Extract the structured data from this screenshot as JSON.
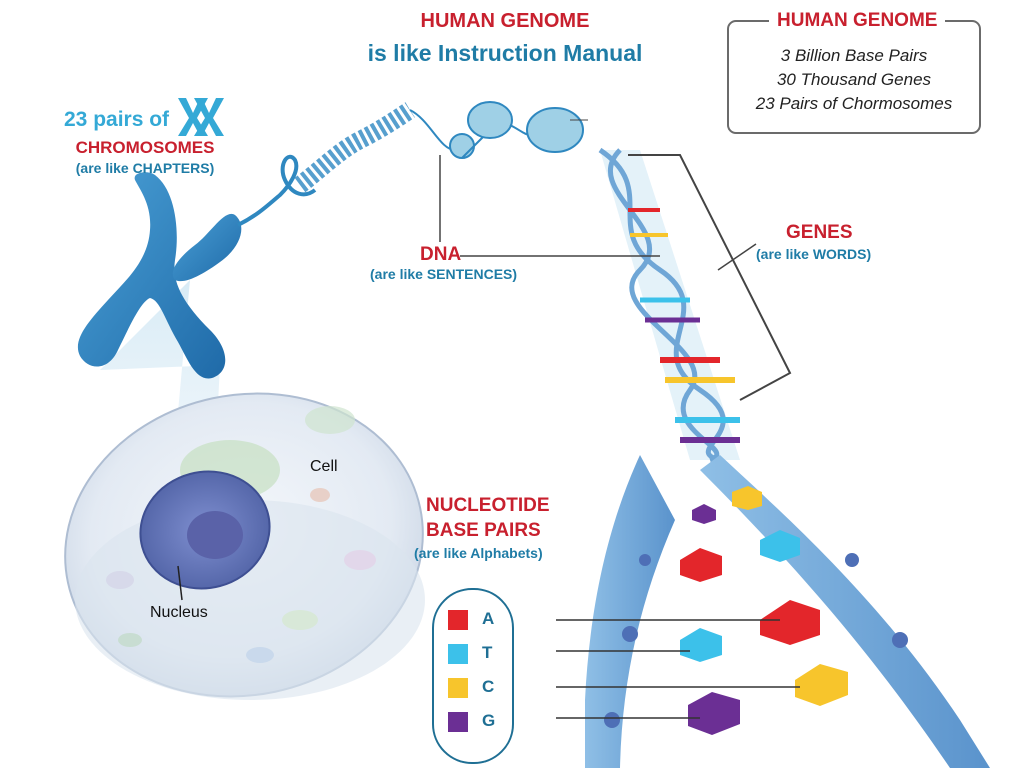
{
  "title": {
    "line1": "HUMAN GENOME",
    "line2": "is like Instruction Manual"
  },
  "summary_box": {
    "title": "HUMAN GENOME",
    "facts": [
      "3 Billion Base Pairs",
      "30 Thousand Genes",
      "23 Pairs of Chormosomes"
    ]
  },
  "chromosomes": {
    "count_text": "23 pairs of",
    "title": "CHROMOSOMES",
    "analogy": "(are like CHAPTERS)"
  },
  "dna": {
    "title": "DNA",
    "analogy": "(are like SENTENCES)"
  },
  "genes": {
    "title": "GENES",
    "analogy": "(are like WORDS)"
  },
  "nucleotides": {
    "line1": "NUCLEOTIDE",
    "line2": "BASE PAIRS",
    "analogy": "(are like Alphabets)"
  },
  "cell_label": "Cell",
  "nucleus_label": "Nucleus",
  "legend": [
    {
      "letter": "A",
      "color": "#e3262b"
    },
    {
      "letter": "T",
      "color": "#3cc1ea"
    },
    {
      "letter": "C",
      "color": "#f7c52c"
    },
    {
      "letter": "G",
      "color": "#6b2f94"
    }
  ],
  "colors": {
    "accent_red": "#c8202e",
    "accent_blue": "#1f7ca6",
    "chromosome_blue": "#2f88c0",
    "backbone_blue": "#6fa6d6"
  }
}
